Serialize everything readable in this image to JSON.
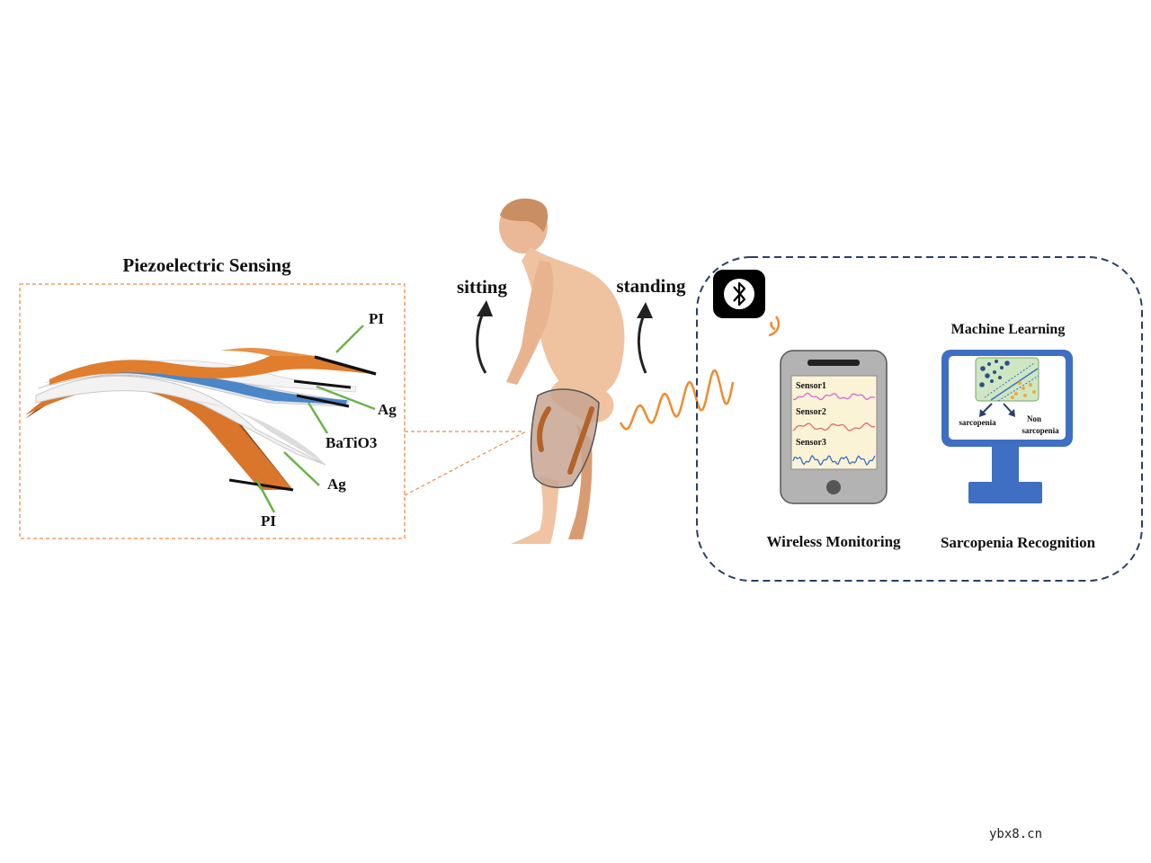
{
  "sensing": {
    "title": "Piezoelectric Sensing",
    "layers": {
      "pi_top": "PI",
      "ag_top": "Ag",
      "batio3": "BaTiO3",
      "ag_bottom": "Ag",
      "pi_bottom": "PI"
    },
    "colors": {
      "pi": "#d9762b",
      "ag": "#4a86c8",
      "batio3": "#e8e8ea",
      "frame": "#f08a4b"
    }
  },
  "motion": {
    "sitting": "sitting",
    "standing": "standing"
  },
  "system": {
    "machine_learning": "Machine Learning",
    "sensors": [
      "Sensor1",
      "Sensor2",
      "Sensor3"
    ],
    "class_labels": {
      "positive": "sarcopenia",
      "negative_line1": "Non",
      "negative_line2": "sarcopenia"
    },
    "wireless_label": "Wireless Monitoring",
    "recognition_label": "Sarcopenia Recognition",
    "colors": {
      "frame": "#2b3f66",
      "monitor": "#3f6fc3",
      "signal": "#f08a2e"
    }
  },
  "watermark": "ybx8.cn"
}
